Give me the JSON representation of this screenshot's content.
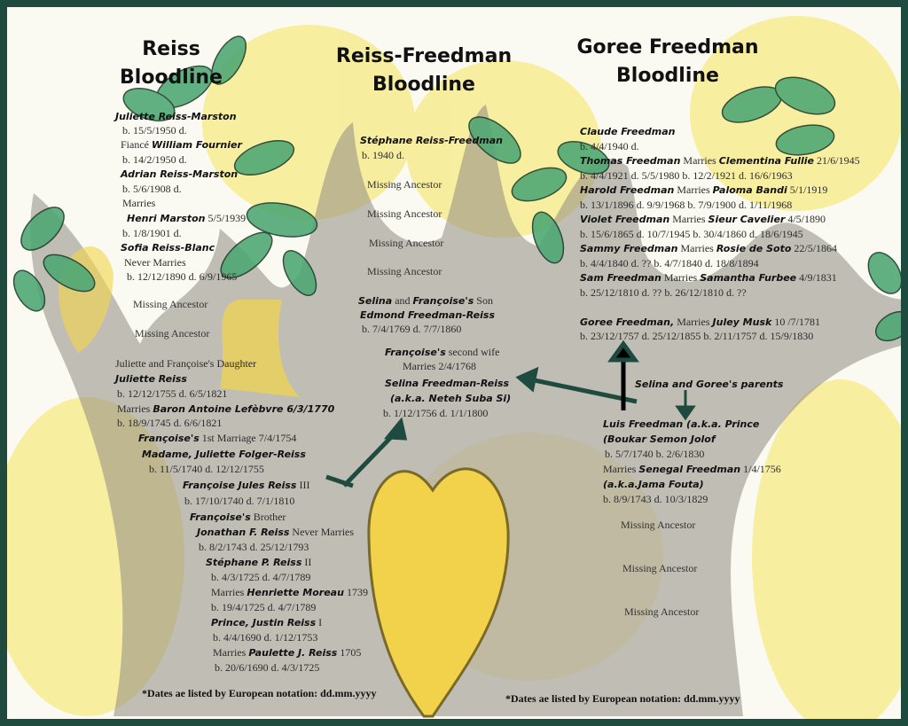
{
  "headings": {
    "left": [
      "Reiss",
      "Bloodline"
    ],
    "center": [
      "Reiss-Freedman",
      "Bloodline"
    ],
    "right": [
      "Goree Freedman",
      "Bloodline"
    ]
  },
  "left": {
    "juliette_rm": "Juliette Reiss-Marston",
    "juliette_rm_dates": "b. 15/5/1950   d.",
    "fiance_label": "Fiancé ",
    "william": "William Fournier",
    "william_dates": "b. 14/2/1950  d.",
    "adrian": "Adrian Reiss-Marston",
    "adrian_dates": "b. 5/6/1908   d.",
    "marries": "Marries",
    "henri": "Henri Marston",
    "henri_date": " 5/5/1939",
    "henri_dates": "b. 1/8/1901  d.",
    "sofia": "Sofia Reiss-Blanc",
    "never_marries": "Never Marries",
    "sofia_dates": "b. 12/12/1890    d. 6/9/1965",
    "missing1": "Missing Ancestor",
    "missing2": "Missing Ancestor",
    "jf_daughter": "Juliette and Françoise's Daughter",
    "juliette_reiss": "Juliette Reiss",
    "juliette_reiss_dates": "b. 12/12/1755    d. 6/5/1821",
    "marries_prefix": "Marries ",
    "baron": "Baron Antoine Lefèbvre",
    "baron_date": " 6/3/1770",
    "baron_dates": "b. 18/9/1745    d. 6/6/1821",
    "first_marriage_name": "Françoise's",
    "first_marriage_rest": " 1st Marriage 7/4/1754",
    "madame": "Madame, Juliette Folger-Reiss",
    "madame_dates": "b. 11/5/1740    d. 12/12/1755",
    "francoise": "Françoise Jules Reiss",
    "francoise_suffix": " III",
    "francoise_dates": "b. 17/10/1740    d. 7/1/1810",
    "brother_name": "Françoise's",
    "brother_rest": " Brother",
    "jonathan": "Jonathan F. Reiss",
    "jonathan_rest": " Never Marries",
    "jonathan_dates": "b. 8/2/1743    d. 25/12/1793",
    "stephane_p": "Stéphane P. Reiss",
    "stephane_p_suffix": "   II",
    "stephane_p_dates": "b. 4/3/1725    d. 4/7/1789",
    "henriette": "Henriette Moreau",
    "henriette_date": " 1739",
    "henriette_dates": "b. 19/4/1725    d. 4/7/1789",
    "justin": "Prince, Justin Reiss",
    "justin_suffix": " I",
    "justin_dates": "b. 4/4/1690    d. 1/12/1753",
    "paulette": "Paulette J. Reiss",
    "paulette_date": " 1705",
    "paulette_dates": "b. 20/6/1690    d. 4/3/1725",
    "footnote": "*Dates ae listed by European notation: dd.mm.yyyy"
  },
  "center": {
    "stephane_rf": "Stéphane Reiss-Freedman",
    "stephane_rf_dates": "b. 1940          d.",
    "missing1": "Missing Ancestor",
    "missing2": "Missing Ancestor",
    "missing3": "Missing Ancestor",
    "missing4": "Missing Ancestor",
    "selina_name": "Selina",
    "and_text": " and ",
    "francoise_name": "Françoise's",
    "son_text": " Son",
    "edmond": "Edmond Freedman-Reiss",
    "edmond_dates": "b. 7/4/1769    d. 7/7/1860",
    "second_wife_name": "Françoise's",
    "second_wife_rest": " second wife",
    "second_marriage": "Marries 2/4/1768",
    "selina_fr": "Selina Freedman-Reiss",
    "selina_aka": "(a.k.a. Neteh Suba Si)",
    "selina_dates": "b. 1/12/1756    d. 1/1/1800"
  },
  "right": {
    "claude": "Claude Freedman",
    "claude_dates": "b. 4/4/1940          d.",
    "thomas": "Thomas Freedman",
    "clementina": "Clementina Fullie",
    "clementina_date": " 21/6/1945",
    "thomas_dates": "b. 4/4/1921   d. 5/5/1980    b. 12/2/1921    d. 16/6/1963",
    "harold": "Harold Freedman",
    "paloma": "Paloma Bandi",
    "paloma_date": " 5/1/1919",
    "harold_dates": "b. 13/1/1896   d. 9/9/1968    b. 7/9/1900    d. 1/11/1968",
    "violet": "Violet Freedman",
    "sieur": "Sieur Cavelier",
    "sieur_date": " 4/5/1890",
    "violet_dates": "b. 15/6/1865   d. 10/7/1945    b. 30/4/1860    d. 18/6/1945",
    "sammy": "Sammy Freedman",
    "rosie": "Rosie de Soto",
    "rosie_date": " 22/5/1864",
    "sammy_dates": "b. 4/4/1840   d.  ??           b. 4/7/1840    d. 18/8/1894",
    "sam": "Sam Freedman",
    "samantha": "Samantha Furbee",
    "samantha_date": " 4/9/1831",
    "sam_dates": "b. 25/12/1810   d.  ??       b. 26/12/1810   d.  ??",
    "goree": "Goree Freedman,",
    "juley": "Juley Musk",
    "juley_date": " 10 /7/1781",
    "goree_dates": "b. 23/12/1757    d. 25/12/1855    b. 2/11/1757   d. 15/9/1830",
    "parents_note": "Selina and Goree's parents",
    "luis": "Luis Freedman (a.k.a. Prince",
    "luis_aka": "(Boukar Semon Jolof",
    "luis_dates": "b. 5/7/1740      b. 2/6/1830",
    "senegal": "Senegal Freedman",
    "senegal_date": " 1/4/1756",
    "senegal_aka": "(a.k.a.Jama Fouta)",
    "senegal_dates": "b. 8/9/1743    d. 10/3/1829",
    "marries_word": "Marries",
    "missing1": "Missing Ancestor",
    "missing2": "Missing Ancestor",
    "missing3": "Missing Ancestor",
    "footnote": "*Dates ae listed by European notation: dd.mm.yyyy"
  }
}
